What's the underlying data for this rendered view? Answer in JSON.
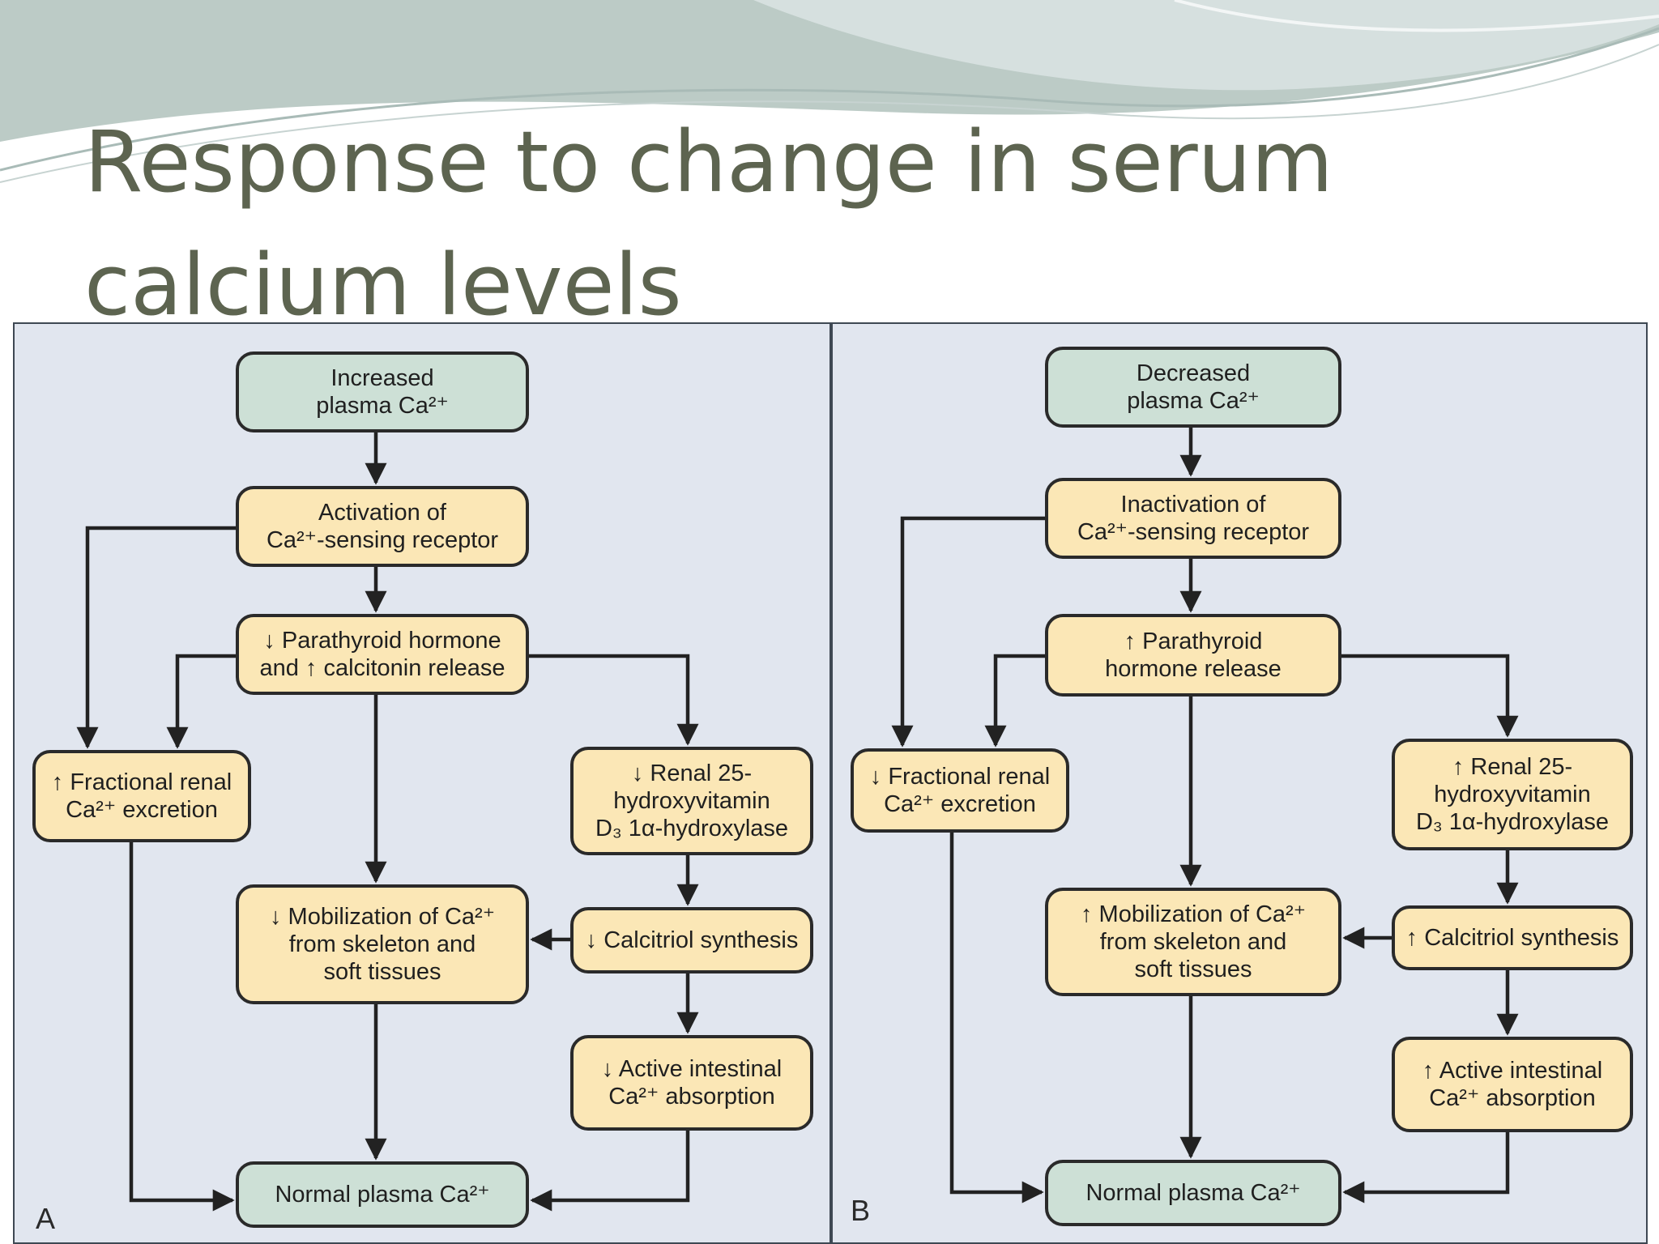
{
  "title": {
    "line1": "Response to change in serum",
    "line2": "calcium levels"
  },
  "panel_a": {
    "letter": "A",
    "nodes": {
      "start": [
        "Increased",
        "plasma Ca²⁺"
      ],
      "receptor": [
        "Activation of",
        "Ca²⁺-sensing receptor"
      ],
      "hormone": [
        "↓ Parathyroid hormone",
        "and ↑ calcitonin release"
      ],
      "renal": [
        "↑ Fractional renal",
        "Ca²⁺ excretion"
      ],
      "hydroxylase": [
        "↓ Renal 25-",
        "hydroxyvitamin",
        "D₃ 1α-hydroxylase"
      ],
      "mobilization": [
        "↓ Mobilization of Ca²⁺",
        "from skeleton and",
        "soft tissues"
      ],
      "calcitriol": [
        "↓ Calcitriol synthesis"
      ],
      "absorption": [
        "↓ Active intestinal",
        "Ca²⁺ absorption"
      ],
      "normal": [
        "Normal plasma Ca²⁺"
      ]
    }
  },
  "panel_b": {
    "letter": "B",
    "nodes": {
      "start": [
        "Decreased",
        "plasma Ca²⁺"
      ],
      "receptor": [
        "Inactivation of",
        "Ca²⁺-sensing receptor"
      ],
      "hormone": [
        "↑ Parathyroid",
        "hormone release"
      ],
      "renal": [
        "↓ Fractional renal",
        "Ca²⁺ excretion"
      ],
      "hydroxylase": [
        "↑ Renal 25-",
        "hydroxyvitamin",
        "D₃ 1α-hydroxylase"
      ],
      "mobilization": [
        "↑ Mobilization of Ca²⁺",
        "from skeleton and",
        "soft tissues"
      ],
      "calcitriol": [
        "↑ Calcitriol synthesis"
      ],
      "absorption": [
        "↑ Active intestinal",
        "Ca²⁺ absorption"
      ],
      "normal": [
        "Normal plasma Ca²⁺"
      ]
    }
  }
}
